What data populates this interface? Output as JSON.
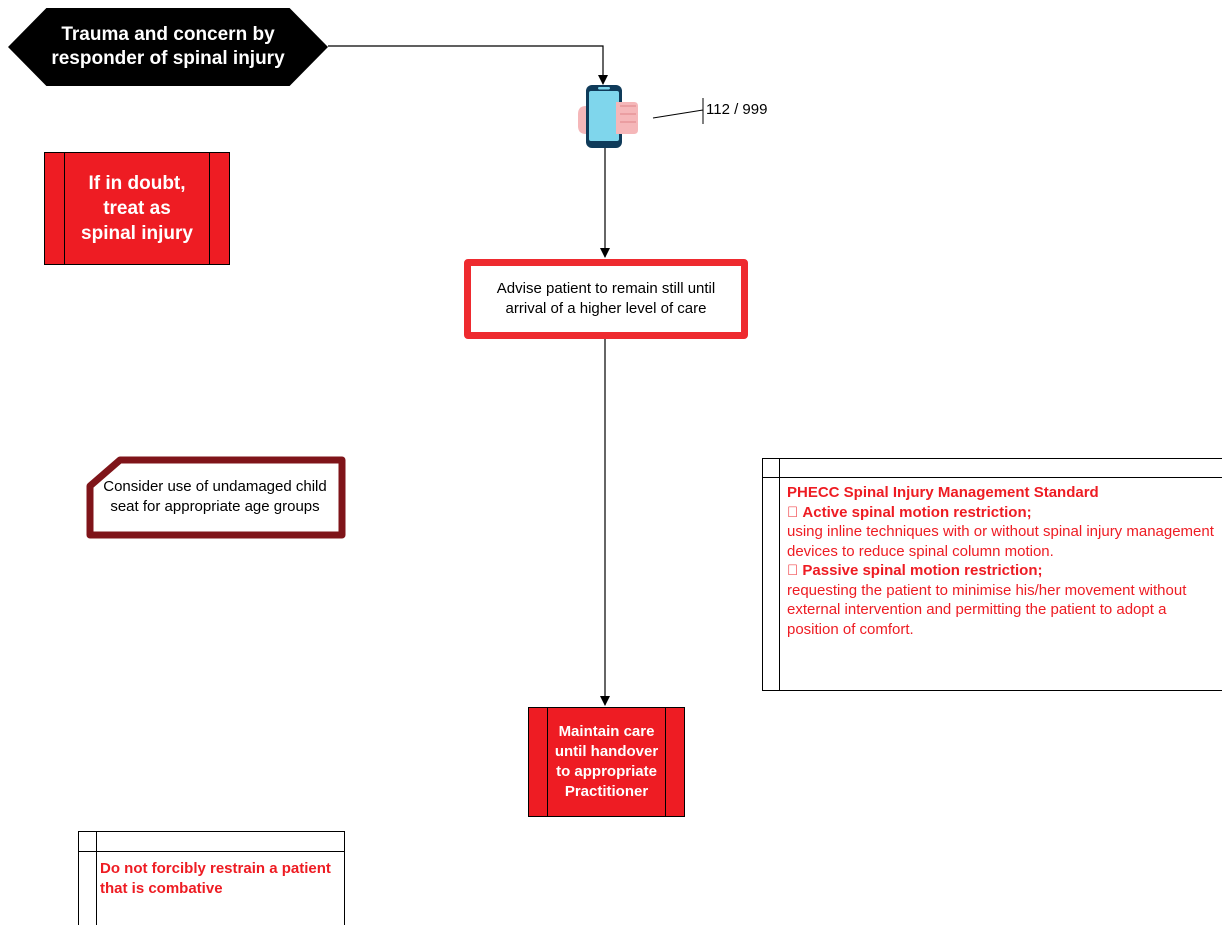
{
  "start": {
    "text": "Trauma and concern by responder of spinal injury"
  },
  "phone": {
    "icon": "mobile-phone-icon",
    "label": "112 / 999"
  },
  "doubt_box": {
    "text": "If in doubt, treat as spinal injury"
  },
  "advise_box": {
    "text": "Advise patient to remain still until arrival of a higher level of care"
  },
  "child_seat": {
    "text": "Consider use of undamaged child seat for appropriate age groups"
  },
  "phecc_note": {
    "title": "PHECC Spinal Injury Management Standard",
    "active_heading": " Active spinal motion restriction;",
    "active_text": "using inline techniques with or without spinal injury management devices to reduce spinal column motion.",
    "passive_heading": " Passive spinal motion restriction;",
    "passive_text": "requesting the patient to minimise his/her movement without external intervention and permitting the patient to adopt a position of comfort."
  },
  "maintain_box": {
    "text": "Maintain care until handover to appropriate Practitioner"
  },
  "restrain_note": {
    "text": "Do not forcibly restrain a patient that is combative"
  },
  "colors": {
    "red": "#ee1c23",
    "advise_border": "#ee2a2f",
    "maroon": "#7f1419",
    "black": "#000000"
  }
}
